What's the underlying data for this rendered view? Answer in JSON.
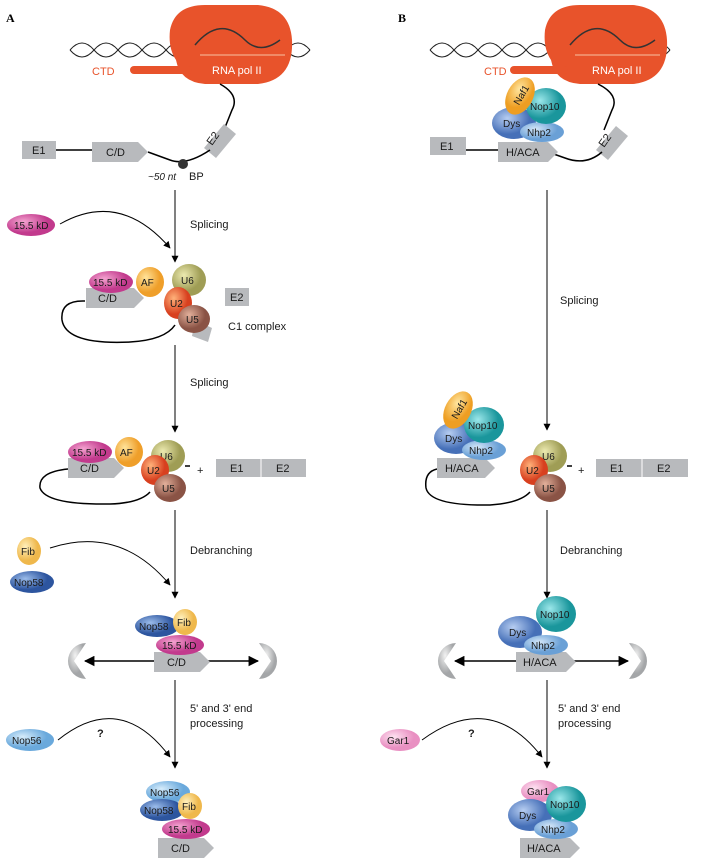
{
  "panels": {
    "a": "A",
    "b": "B"
  },
  "polymerase": {
    "name": "RNA pol II",
    "ctd": "CTD"
  },
  "exons": {
    "e1": "E1",
    "e2": "E2"
  },
  "box_cd": "C/D",
  "box_haca": "H/ACA",
  "distance": "~50 nt",
  "branch_point": "BP",
  "steps": {
    "splicing": "Splicing",
    "debranching": "Debranching",
    "end_processing_line1": "5' and 3' end",
    "end_processing_line2": "processing",
    "question": "?"
  },
  "complex_label": "C1 complex",
  "plus": "+",
  "proteins": {
    "p155": "15.5 kD",
    "af": "AF",
    "u2": "U2",
    "u5": "U5",
    "u6": "U6",
    "fib": "Fib",
    "nop58": "Nop58",
    "nop56": "Nop56",
    "naf1": "Naf1",
    "nop10": "Nop10",
    "dys": "Dys",
    "nhp2": "Nhp2",
    "gar1": "Gar1"
  },
  "colors": {
    "polymerase": "#e8532b",
    "exon": "#b8babd",
    "p155": "#d0479b",
    "af": "#f2b33b",
    "u2": "#e85a2c",
    "u5": "#a0675a",
    "u6": "#b8b66a",
    "fib": "#f5c96a",
    "nop58": "#3d6bb6",
    "nop56": "#8cc0e8",
    "naf1": "#f4b43a",
    "nop10": "#2bb0b6",
    "dys": "#5b84c8",
    "nhp2": "#7fb0e0",
    "gar1": "#f2a6cf"
  }
}
